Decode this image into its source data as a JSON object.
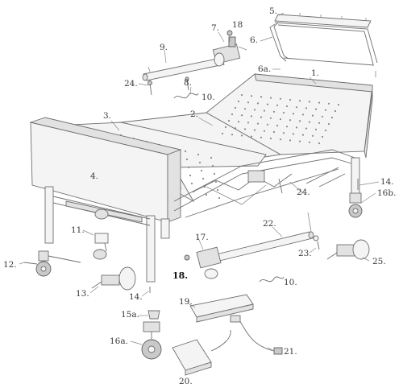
{
  "diagram": {
    "labels": {
      "p1": "1.",
      "p2": "2.",
      "p3": "3.",
      "p4": "4.",
      "p5": "5.",
      "p6": "6.",
      "p6a": "6a.",
      "p7": "7.",
      "p8": "8.",
      "p9": "9.",
      "p10a": "10.",
      "p10b": "10.",
      "p11": "11.",
      "p12": "12.",
      "p13": "13.",
      "p14a": "14.",
      "p14b": "14.",
      "p15a": "15a.",
      "p16a": "16a.",
      "p16b": "16b.",
      "p17": "17.",
      "p18a": "18",
      "p18b": "18.",
      "p19": "19.",
      "p20": "20.",
      "p21": "21.",
      "p22": "22.",
      "p23": "23.",
      "p24a": "24.",
      "p24b": "24.",
      "p25": "25."
    }
  }
}
